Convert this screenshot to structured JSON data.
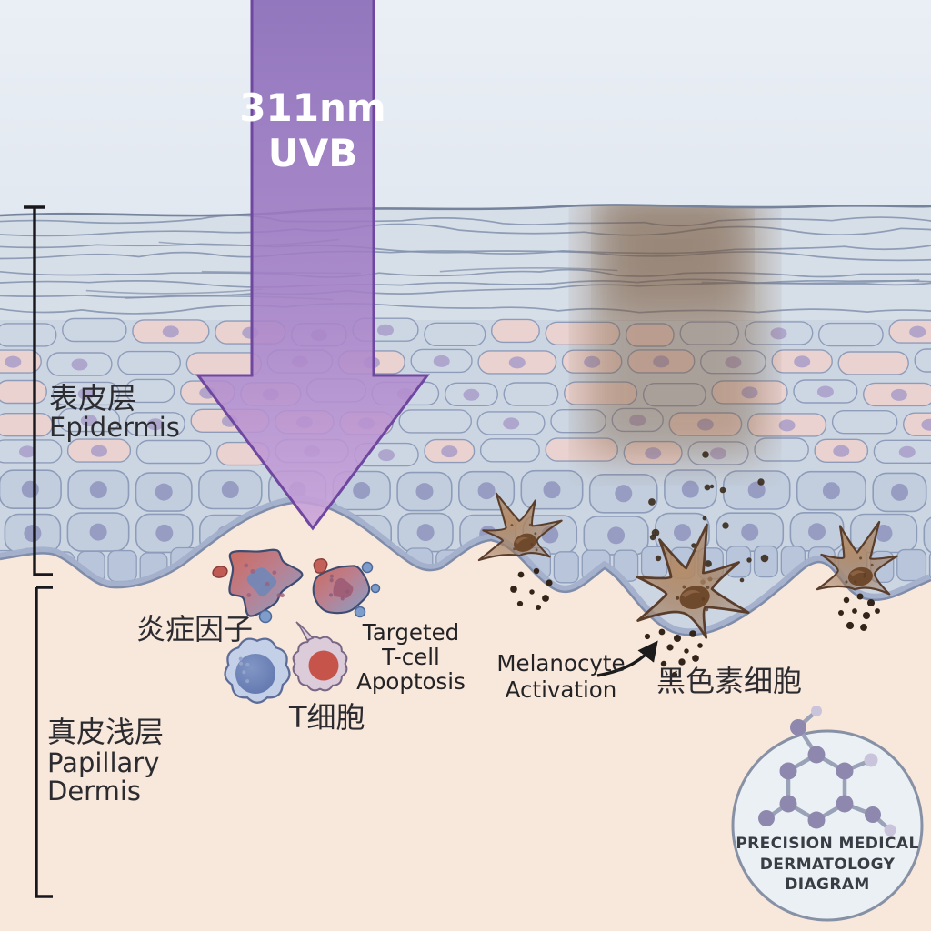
{
  "uvb_beam": {
    "wavelength": "311nm",
    "band": "UVB"
  },
  "layers": {
    "epidermis_zh": "表皮层",
    "epidermis_en": "Epidermis",
    "dermis_zh": "真皮浅层",
    "dermis_en_line1": "Papillary",
    "dermis_en_line2": "Dermis"
  },
  "annotations": {
    "inflammatory_zh": "炎症因子",
    "tcell_zh": "T细胞",
    "apoptosis_line1": "Targeted",
    "apoptosis_line2": "T-cell",
    "apoptosis_line3": "Apoptosis",
    "melanocyte_en_line1": "Melanocyte",
    "melanocyte_en_line2": "Activation",
    "melanocyte_zh": "黑色素细胞"
  },
  "badge": {
    "line1": "PRECISION MEDICAL",
    "line2": "DERMATOLOGY",
    "line3": "DIAGRAM"
  },
  "colors": {
    "sky": "#e8edf4",
    "dermis": "#f8e7db",
    "epidermis": "#ccd6e3",
    "uvb_arrow_top": "#8666b6",
    "uvb_arrow_bottom": "#c9a2da",
    "melanocyte": "#9c7457",
    "inflammatory_red": "#c96a5e",
    "inflammatory_blue": "#89a3cb"
  }
}
